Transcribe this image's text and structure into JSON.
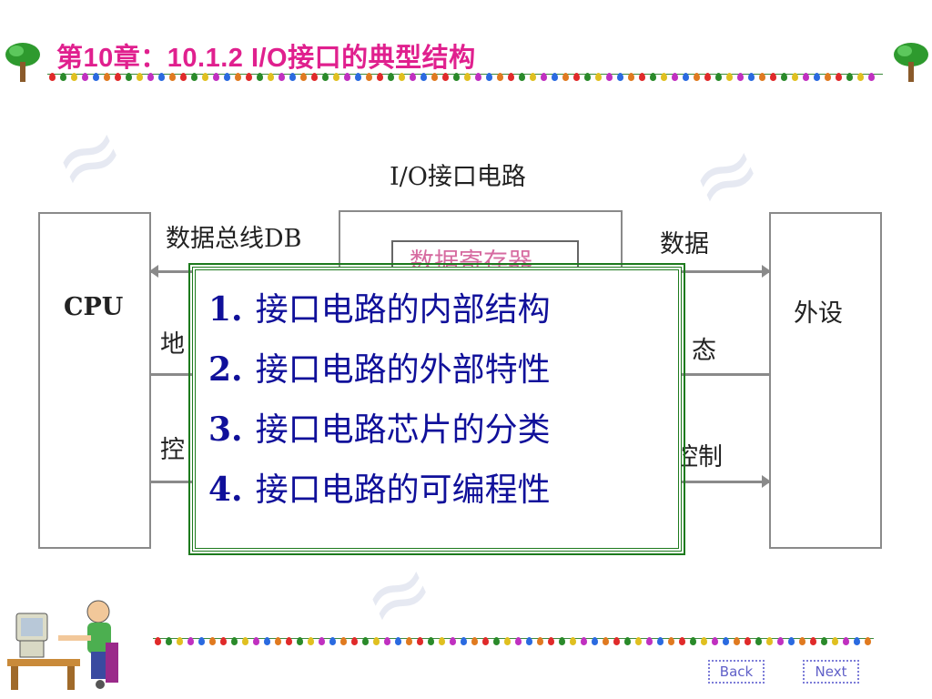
{
  "slide": {
    "title": "第10章：10.1.2 I/O接口的典型结构",
    "interface_heading": "I/O接口电路",
    "cpu_label": "CPU",
    "peripheral_label": "外设",
    "data_register_label": "数据寄存器",
    "bus_labels": {
      "data_bus": "数据总线DB",
      "address_bus_partial": "地",
      "control_bus_partial": "控",
      "right_data": "数据",
      "right_status_partial": "态",
      "right_control_partial": "控制"
    }
  },
  "overlay": {
    "items": [
      {
        "num": "1.",
        "text": "接口电路的内部结构"
      },
      {
        "num": "2.",
        "text": "接口电路的外部特性"
      },
      {
        "num": "3.",
        "text": "接口电路芯片的分类"
      },
      {
        "num": "4.",
        "text": "接口电路的可编程性"
      }
    ]
  },
  "nav": {
    "back": "Back",
    "next": "Next"
  },
  "colors": {
    "title": "#e0208e",
    "overlay_text": "#10109a",
    "overlay_border": "#1d7a1d",
    "box_border": "#8a8a8a"
  }
}
